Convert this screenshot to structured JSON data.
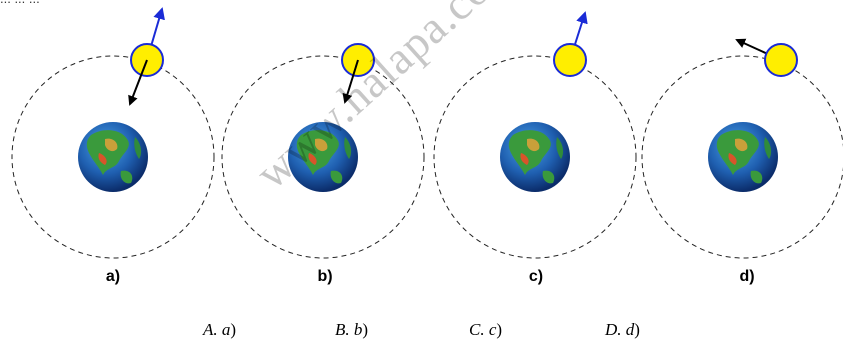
{
  "header_text": "...   ...  ...",
  "panels": [
    {
      "label": "a)"
    },
    {
      "label": "b)"
    },
    {
      "label": "c)"
    },
    {
      "label": "d)"
    }
  ],
  "answers": [
    {
      "letter": "A.",
      "option": "a",
      "close": ")"
    },
    {
      "letter": "B.",
      "option": "b",
      "close": ")"
    },
    {
      "letter": "C.",
      "option": "c",
      "close": ")"
    },
    {
      "letter": "D.",
      "option": "d",
      "close": ")"
    }
  ],
  "watermark": "www.halapa.com",
  "colors": {
    "orbit": "#222222",
    "satellite_fill": "#ffee00",
    "satellite_stroke": "#1a2bd6",
    "arrow_black": "#000000",
    "arrow_blue": "#1a2bd6",
    "earth_ocean": "#1f5fb0",
    "earth_land": "#3a9a3c"
  }
}
